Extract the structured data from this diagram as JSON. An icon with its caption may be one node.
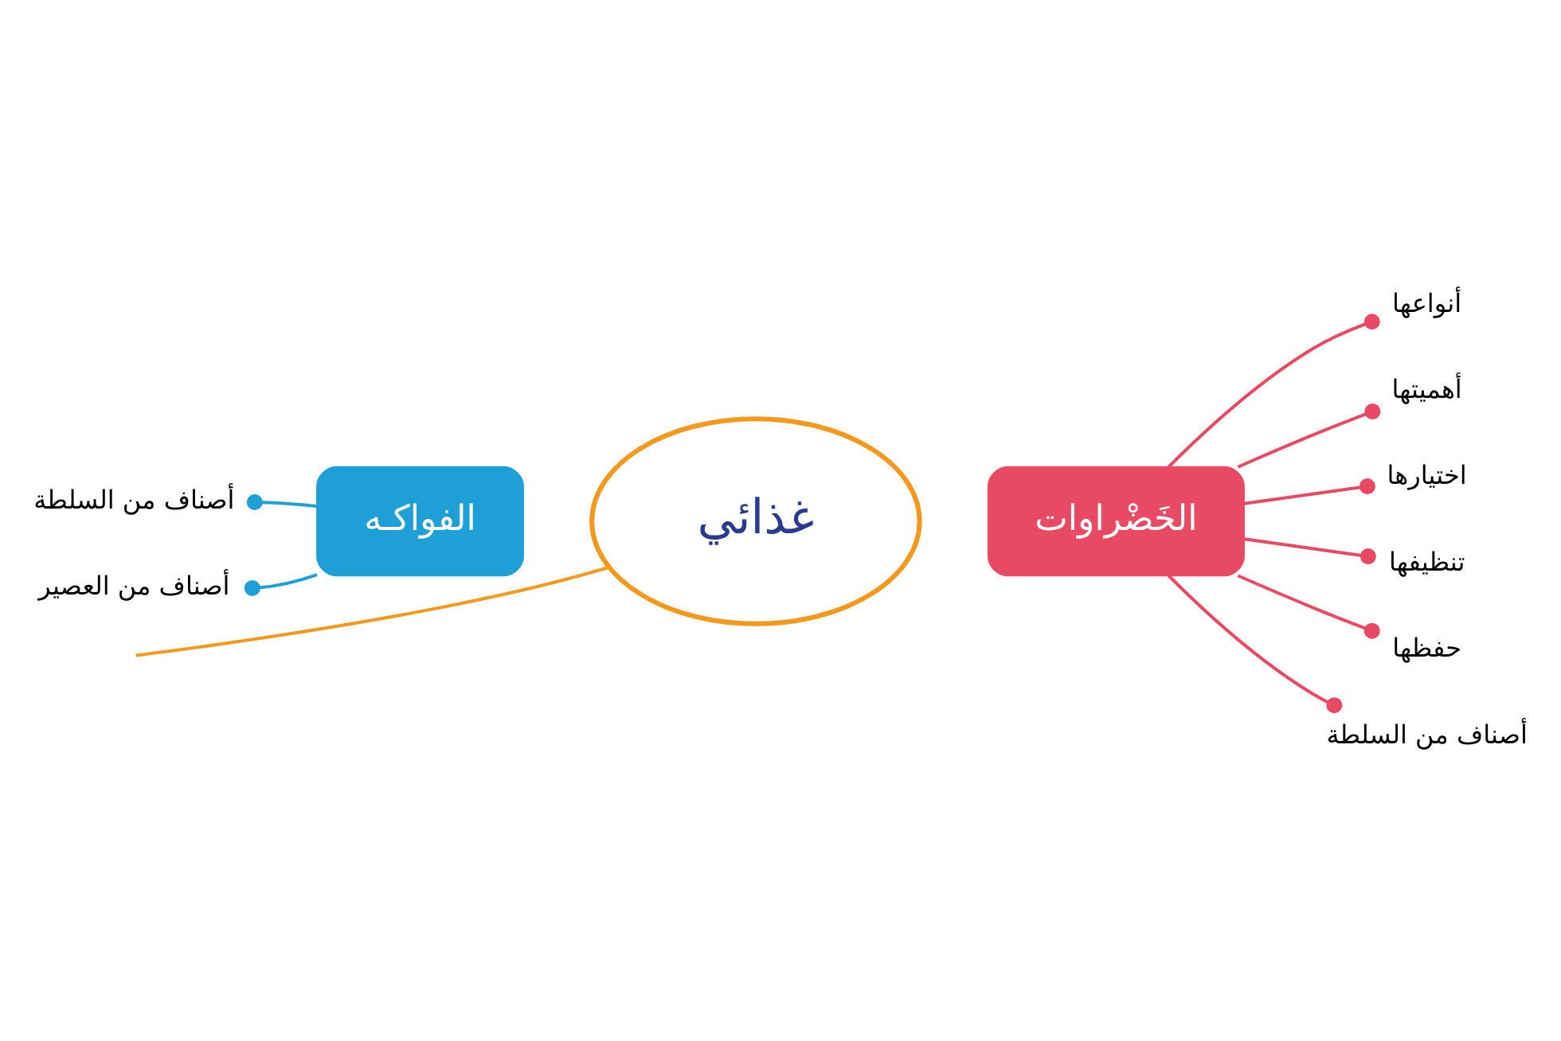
{
  "diagram": {
    "nodes": [
      {
        "text": [
          "الخَضْراوات"
        ]
      },
      {
        "text": [
          "الفواكـه"
        ]
      },
      {
        "text": [
          "غذائي"
        ]
      },
      {
        "text": [
          "أنواعها"
        ]
      },
      {
        "text": [
          "أهميتها"
        ]
      },
      {
        "text": [
          "اختيارها"
        ]
      },
      {
        "text": [
          "تنظيفها"
        ]
      },
      {
        "text": [
          "حفظها"
        ]
      },
      {
        "text": [
          "أصناف من السلطة"
        ]
      },
      {
        "text": [
          "أصناف من السلطة"
        ]
      },
      {
        "text": [
          "أصناف من العصير"
        ]
      }
    ],
    "edges": [
      {
        "from": 0,
        "to": 3,
        "arrow": "other"
      },
      {
        "from": 0,
        "to": 4,
        "arrow": "other"
      },
      {
        "from": 0,
        "to": 5,
        "arrow": "other"
      },
      {
        "from": 0,
        "to": 6,
        "arrow": "other"
      },
      {
        "from": 0,
        "to": 7,
        "arrow": "other"
      },
      {
        "from": 0,
        "to": 8,
        "arrow": "other"
      },
      {
        "from": 1,
        "to": 9,
        "arrow": "other",
        "color": "#1e9fd6"
      },
      {
        "from": 1,
        "to": 10,
        "arrow": "other",
        "color": "#1e9fd6"
      },
      {
        "from": 2,
        "to": null,
        "arrow": "none",
        "color": "#f39a1e"
      }
    ]
  }
}
